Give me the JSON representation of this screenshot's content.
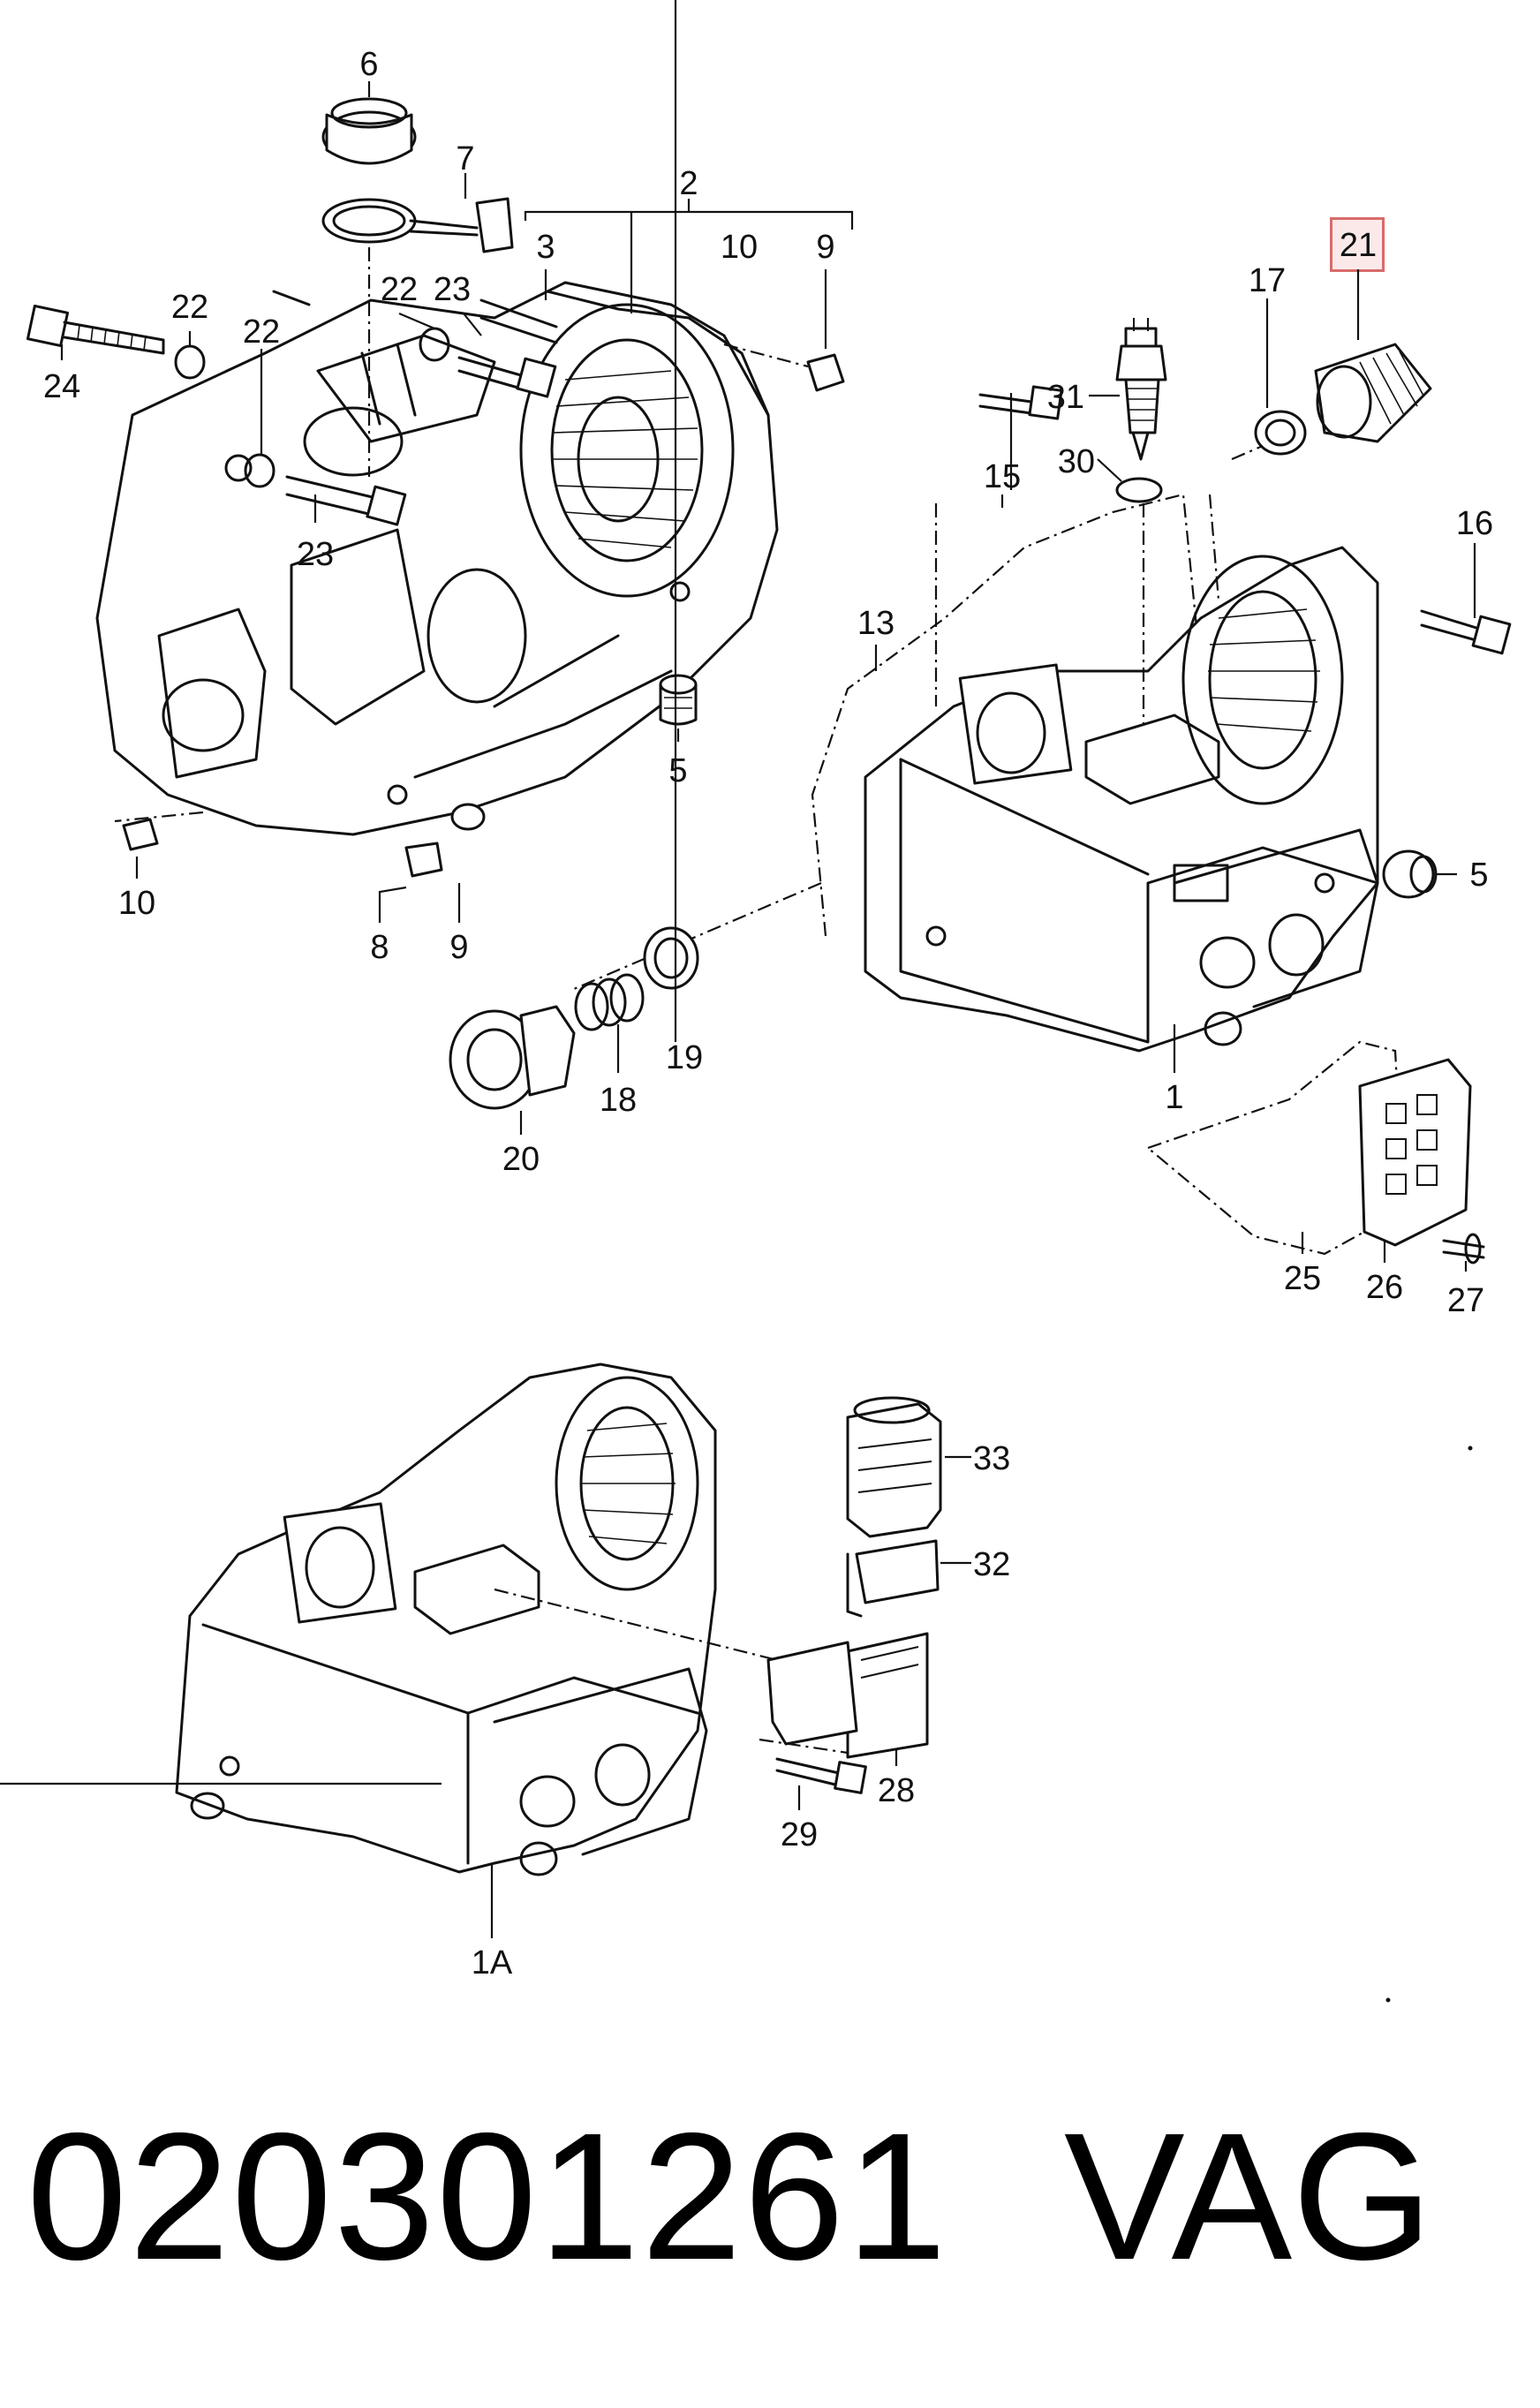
{
  "diagram": {
    "highlighted_part": "21",
    "callouts": [
      {
        "id": "c-6",
        "label": "6"
      },
      {
        "id": "c-7",
        "label": "7"
      },
      {
        "id": "c-2",
        "label": "2"
      },
      {
        "id": "c-3",
        "label": "3"
      },
      {
        "id": "c-10a",
        "label": "10"
      },
      {
        "id": "c-9a",
        "label": "9"
      },
      {
        "id": "c-22a",
        "label": "22"
      },
      {
        "id": "c-22b",
        "label": "22"
      },
      {
        "id": "c-22c",
        "label": "22"
      },
      {
        "id": "c-23a",
        "label": "23"
      },
      {
        "id": "c-23b",
        "label": "23"
      },
      {
        "id": "c-24",
        "label": "24"
      },
      {
        "id": "c-5a",
        "label": "5"
      },
      {
        "id": "c-10b",
        "label": "10"
      },
      {
        "id": "c-8",
        "label": "8"
      },
      {
        "id": "c-9b",
        "label": "9"
      },
      {
        "id": "c-21",
        "label": "21"
      },
      {
        "id": "c-17",
        "label": "17"
      },
      {
        "id": "c-31",
        "label": "31"
      },
      {
        "id": "c-30",
        "label": "30"
      },
      {
        "id": "c-15",
        "label": "15"
      },
      {
        "id": "c-16",
        "label": "16"
      },
      {
        "id": "c-13",
        "label": "13"
      },
      {
        "id": "c-5b",
        "label": "5"
      },
      {
        "id": "c-1",
        "label": "1"
      },
      {
        "id": "c-19",
        "label": "19"
      },
      {
        "id": "c-18",
        "label": "18"
      },
      {
        "id": "c-20",
        "label": "20"
      },
      {
        "id": "c-25",
        "label": "25"
      },
      {
        "id": "c-26",
        "label": "26"
      },
      {
        "id": "c-27",
        "label": "27"
      },
      {
        "id": "c-33",
        "label": "33"
      },
      {
        "id": "c-32",
        "label": "32"
      },
      {
        "id": "c-28",
        "label": "28"
      },
      {
        "id": "c-29",
        "label": "29"
      },
      {
        "id": "c-1A",
        "label": "1A"
      }
    ]
  },
  "footer": {
    "part_number": "020301261",
    "brand": "VAG"
  }
}
